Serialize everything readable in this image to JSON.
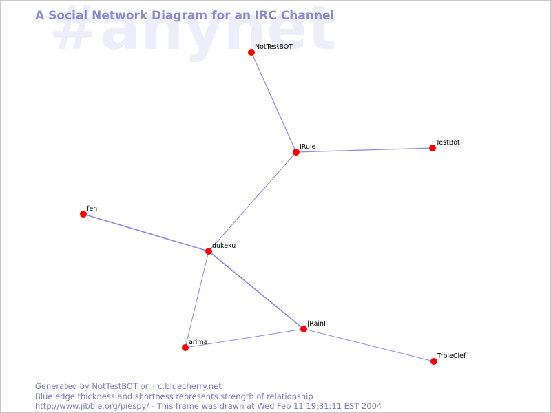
{
  "watermark": "#anynet",
  "title": "A Social Network Diagram for an IRC Channel",
  "footer": {
    "line1": "Generated by NotTestBOT on irc.bluecherry.net",
    "line2": "Blue edge thickness and shortness represents strength of relationship",
    "line3": "http://www.jibble.org/piespy/ - This frame was drawn at Wed Feb 11 19:31:11 EST 2004"
  },
  "colors": {
    "node": "#ff0000",
    "edge": "#6b6be6",
    "title": "#8a8ad4",
    "watermark": "#eeeefb"
  },
  "nodes": [
    {
      "id": "NotTestBOT",
      "label": "NotTestBOT"
    },
    {
      "id": "IRule",
      "label": "IRule"
    },
    {
      "id": "TestBot",
      "label": "TestBot"
    },
    {
      "id": "feh",
      "label": "feh"
    },
    {
      "id": "dukeku",
      "label": "dukeku"
    },
    {
      "id": "IRainI",
      "label": "|RainI"
    },
    {
      "id": "arima",
      "label": "arima"
    },
    {
      "id": "TrbleClef",
      "label": "TrbleClef"
    }
  ],
  "edges": [
    {
      "from": "NotTestBOT",
      "to": "IRule"
    },
    {
      "from": "IRule",
      "to": "TestBot"
    },
    {
      "from": "IRule",
      "to": "dukeku"
    },
    {
      "from": "feh",
      "to": "dukeku"
    },
    {
      "from": "dukeku",
      "to": "IRainI"
    },
    {
      "from": "dukeku",
      "to": "arima"
    },
    {
      "from": "arima",
      "to": "IRainI"
    },
    {
      "from": "IRainI",
      "to": "TrbleClef"
    }
  ]
}
